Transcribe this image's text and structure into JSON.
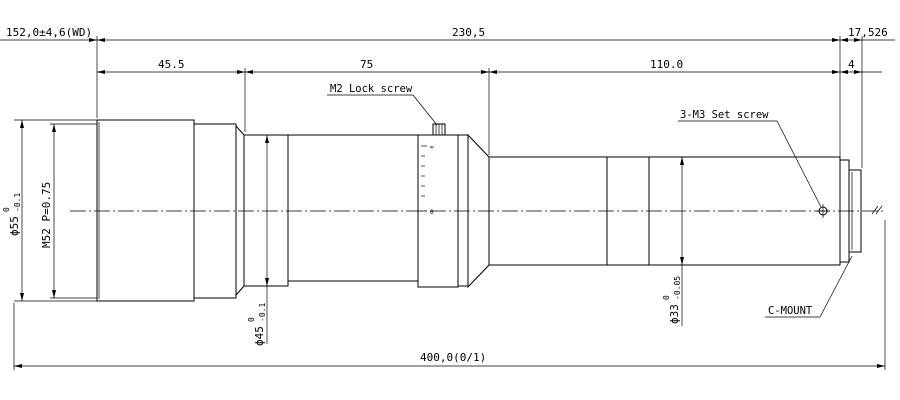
{
  "drawing": {
    "dimensions": {
      "wd": "152,0±4,6(WD)",
      "overall_top": "230,5",
      "flange_back": "17,526",
      "seg_a": "45.5",
      "seg_b": "75",
      "seg_c": "110.0",
      "seg_d": "4",
      "overall_bottom": "400,0(0/1)"
    },
    "diameters": {
      "outer": {
        "main": "ϕ55",
        "upper": "0",
        "lower": "-0.1"
      },
      "thread": "M52 P=0.75",
      "mid": {
        "main": "ϕ45",
        "upper": "0",
        "lower": "-0.1"
      },
      "rear": {
        "main": "ϕ33",
        "upper": "0",
        "lower": "-0.05"
      }
    },
    "callouts": {
      "lock_screw": "M2 Lock screw",
      "set_screw": "3-M3 Set screw",
      "mount": "C-MOUNT"
    },
    "focus_scale": [
      "∞",
      "0"
    ]
  }
}
